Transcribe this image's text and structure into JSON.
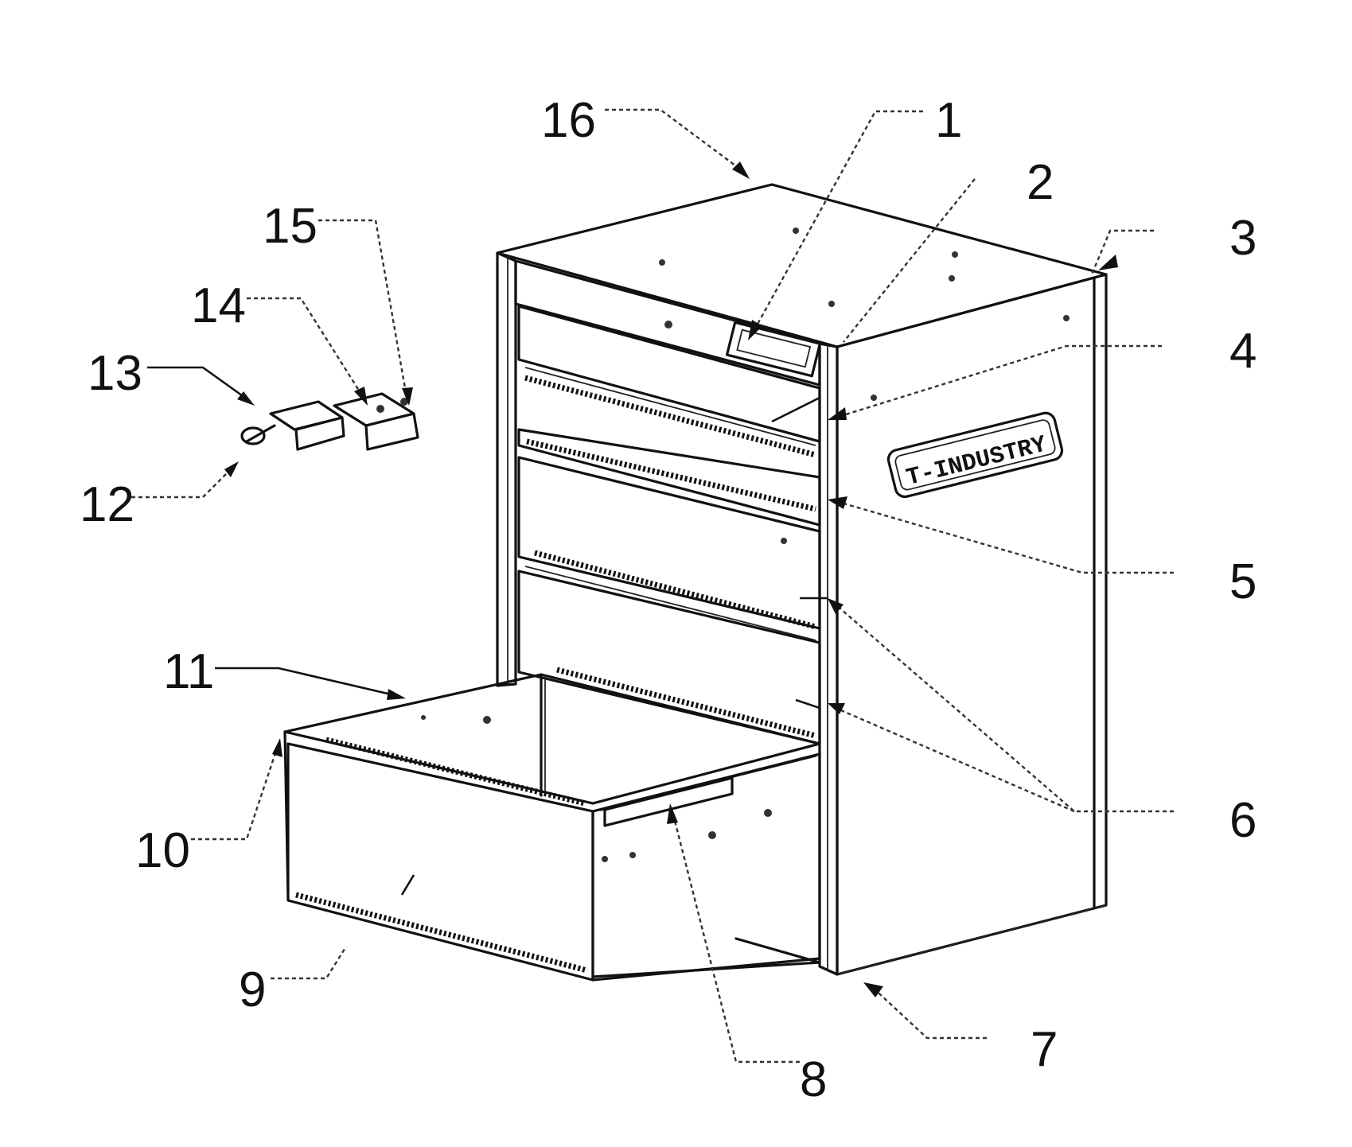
{
  "figure": {
    "labels": {
      "l1": "1",
      "l2": "2",
      "l3": "3",
      "l4": "4",
      "l5": "5",
      "l6": "6",
      "l7": "7",
      "l8": "8",
      "l9": "9",
      "l10": "10",
      "l11": "11",
      "l12": "12",
      "l13": "13",
      "l14": "14",
      "l15": "15",
      "l16": "16"
    },
    "logo_text": "T-INDUSTRY"
  }
}
